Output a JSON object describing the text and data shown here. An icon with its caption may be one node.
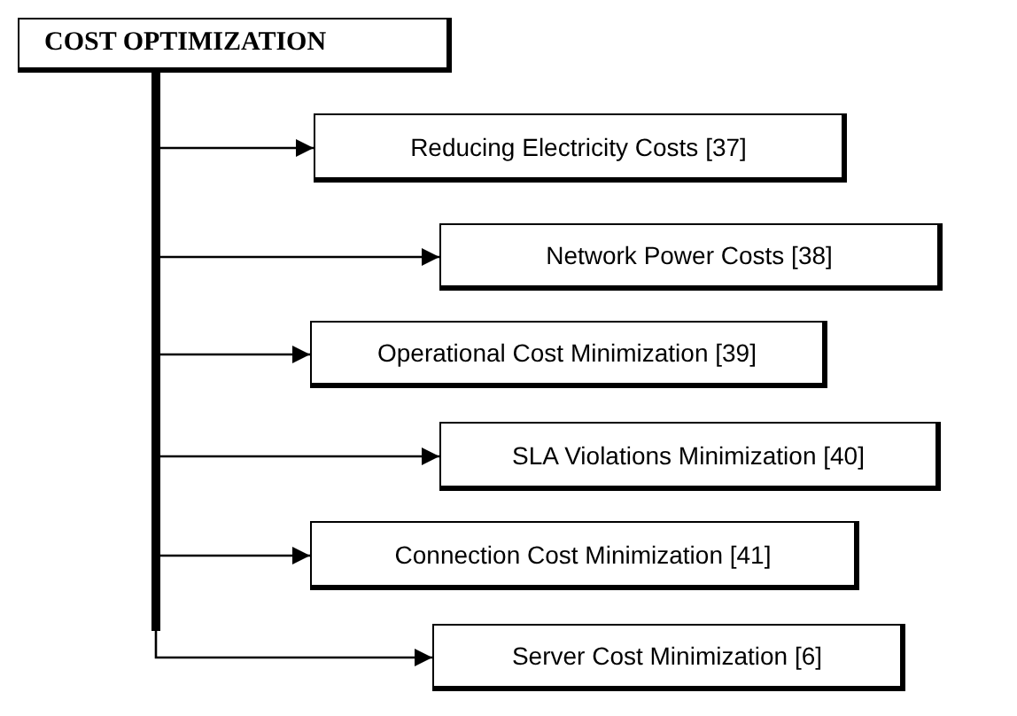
{
  "diagram": {
    "nodes": [
      {
        "text": [
          "COST OPTIMIZATION"
        ]
      },
      {
        "text": [
          "Reducing Electricity Costs [37]"
        ]
      },
      {
        "text": [
          "Network Power Costs [38]"
        ]
      },
      {
        "text": [
          "Operational Cost Minimization [39]"
        ]
      },
      {
        "text": [
          "SLA Violations Minimization [40]"
        ]
      },
      {
        "text": [
          "Connection Cost Minimization [41]"
        ]
      },
      {
        "text": [
          "Server Cost Minimization [6]"
        ]
      }
    ],
    "edges": [
      {
        "from": 0,
        "to": 1,
        "arrow": "to"
      },
      {
        "from": 0,
        "to": 2,
        "arrow": "to"
      },
      {
        "from": 0,
        "to": 3,
        "arrow": "to"
      },
      {
        "from": 0,
        "to": 4,
        "arrow": "to"
      },
      {
        "from": 0,
        "to": 5,
        "arrow": "to"
      },
      {
        "from": 0,
        "to": 6,
        "arrow": "to"
      }
    ]
  }
}
